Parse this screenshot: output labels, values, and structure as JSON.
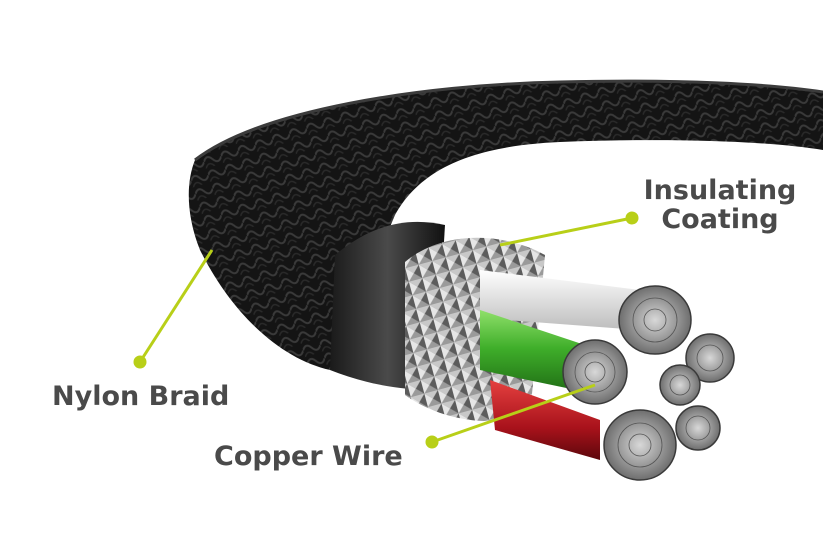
{
  "labels": {
    "insulating_line1": "Insulating",
    "insulating_line2": "Coating",
    "nylon_braid": "Nylon Braid",
    "copper_wire": "Copper Wire"
  },
  "colors": {
    "label_text": "#4a4a4a",
    "leader_line": "#b8cf18",
    "braid": "#161616",
    "ferrule": "#b9b9b9",
    "wire_green": "#3fae2a",
    "wire_white": "#f2f2f2",
    "wire_red": "#b3141c",
    "copper_strands": "#a9a9a9"
  },
  "icons": [
    "cable-illustration"
  ]
}
